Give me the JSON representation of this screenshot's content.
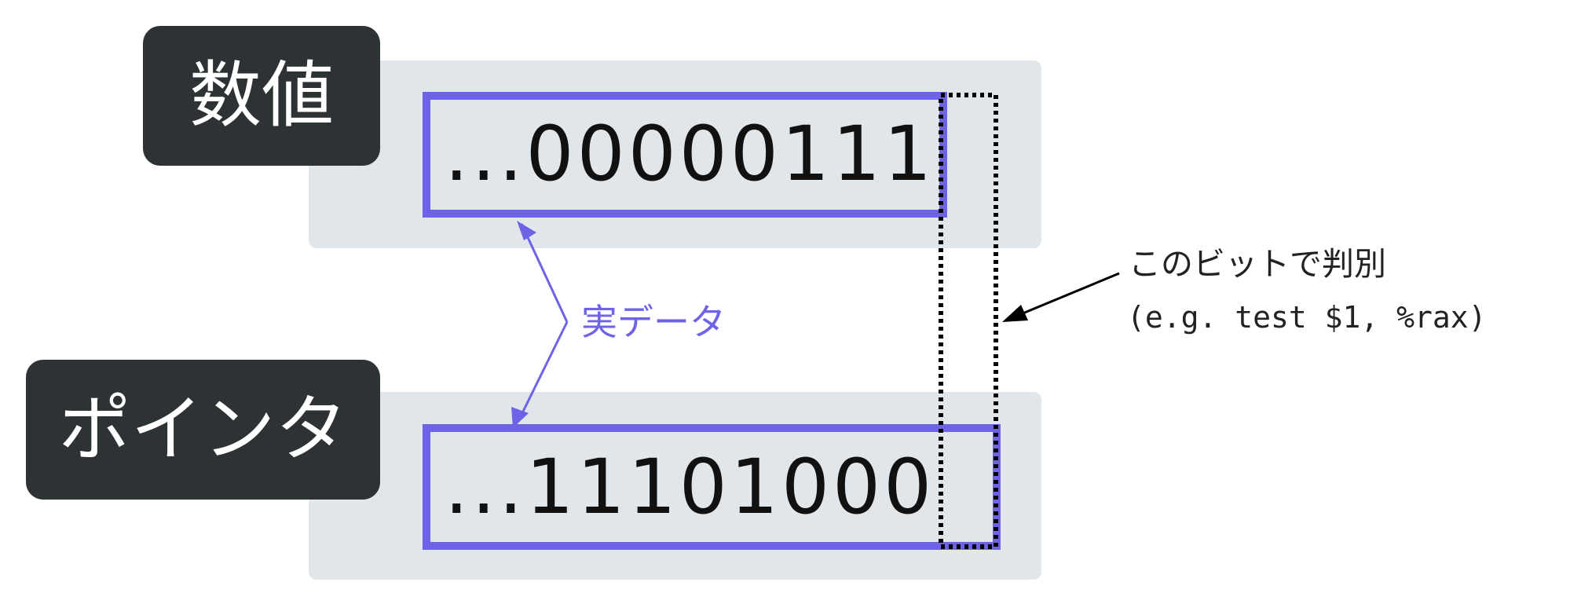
{
  "labels": {
    "number": "数値",
    "pointer": "ポインタ"
  },
  "values": {
    "number_bits": "...00000111",
    "pointer_bits": "...11101000"
  },
  "annotations": {
    "real_data": "実データ",
    "tag_bit": "このビットで判別",
    "example": "(e.g. test $1, %rax)"
  },
  "colors": {
    "accent": "#6e63e6",
    "label_background": "#2d3335",
    "panel_background": "#e1e6ea",
    "dotted_outline": "#000000"
  }
}
